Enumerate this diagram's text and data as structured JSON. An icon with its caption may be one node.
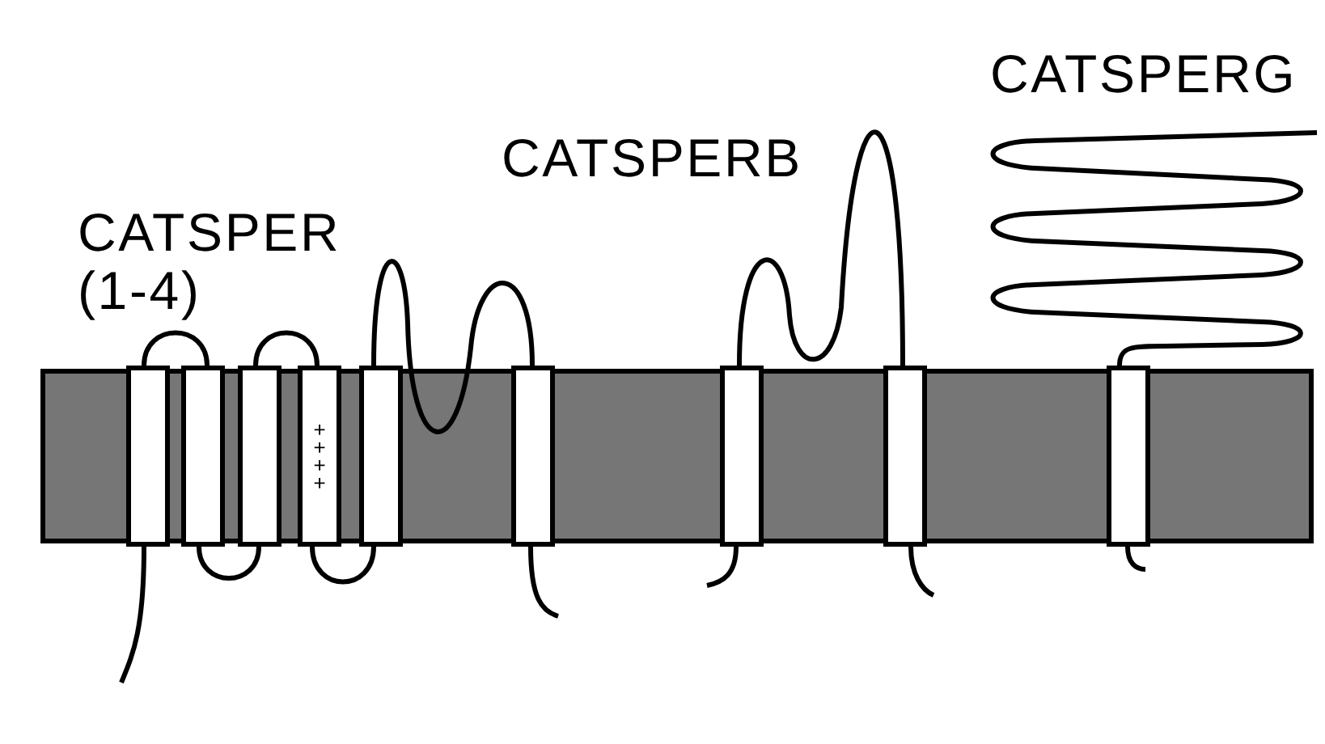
{
  "diagram": {
    "nodes": [
      {
        "text": [],
        "shape": "box"
      },
      {
        "text": [],
        "shape": "box"
      },
      {
        "text": [],
        "shape": "box"
      },
      {
        "text": [
          "+ + + +"
        ]
      },
      {
        "text": [],
        "shape": "box"
      },
      {
        "text": [],
        "shape": "box"
      },
      {
        "text": [],
        "shape": "box"
      },
      {
        "text": [],
        "shape": "box"
      },
      {
        "text": [],
        "shape": "box"
      }
    ],
    "edges": [
      {
        "from": 0,
        "to": 1,
        "arrow": "none"
      },
      {
        "from": 1,
        "to": 2,
        "arrow": "none"
      },
      {
        "from": 2,
        "to": 3,
        "arrow": "none"
      },
      {
        "from": 3,
        "to": 4,
        "arrow": "none"
      },
      {
        "from": 4,
        "to": 5,
        "arrow": "none"
      },
      {
        "from": 6,
        "to": 7,
        "arrow": "none"
      },
      {
        "from": 0,
        "to": null,
        "arrow": "none"
      },
      {
        "from": 5,
        "to": null,
        "arrow": "none"
      },
      {
        "from": 6,
        "to": null,
        "arrow": "none"
      },
      {
        "from": 7,
        "to": null,
        "arrow": "none"
      },
      {
        "from": 8,
        "to": null,
        "arrow": "none"
      },
      {
        "from": 8,
        "to": null,
        "arrow": "none"
      }
    ],
    "labels": [
      "CATSPER (1-4)",
      "CATSPERB",
      "CATSPERG"
    ]
  }
}
